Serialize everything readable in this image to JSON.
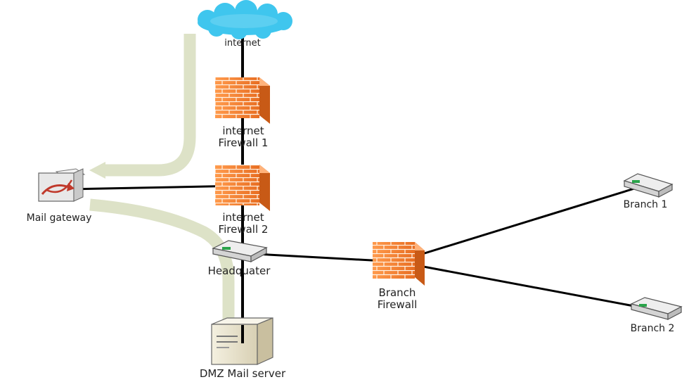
{
  "nodes": {
    "internet": {
      "label": "internet"
    },
    "firewall1": {
      "label_line1": "internet",
      "label_line2": "Firewall  1"
    },
    "firewall2": {
      "label_line1": "internet",
      "label_line2": "Firewall  2"
    },
    "mail_gateway": {
      "label": "Mail gateway"
    },
    "headquarter": {
      "label": "Headquater"
    },
    "branch_firewall": {
      "label_line1": "Branch",
      "label_line2": "Firewall"
    },
    "branch1": {
      "label": "Branch 1"
    },
    "branch2": {
      "label": "Branch 2"
    },
    "dmz_mail_server": {
      "label": "DMZ Mail server"
    }
  },
  "icons": {
    "cloud": "cloud-icon",
    "firewall": "firewall-icon",
    "router": "router-icon",
    "server": "server-icon",
    "gateway": "mail-gateway-icon"
  },
  "colors": {
    "cloud": "#3fc6ee",
    "firewall": "#f28a3c",
    "mail_flow_arrow": "#dde2c7",
    "link": "#000000"
  }
}
